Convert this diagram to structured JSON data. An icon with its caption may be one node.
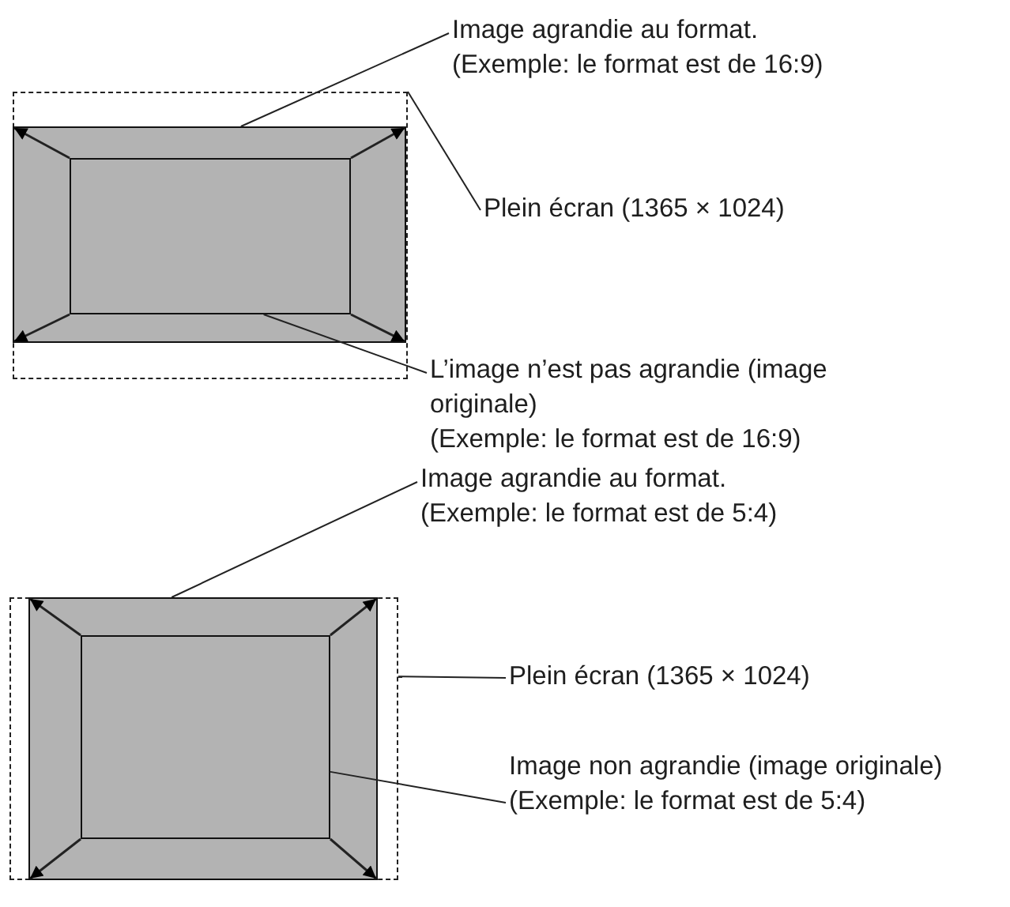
{
  "diagram": {
    "nodes": [
      {
        "text": [],
        "shape": "box"
      },
      {
        "text": [],
        "shape": "box",
        "in": 0
      },
      {
        "text": [],
        "shape": "box",
        "in": 1
      },
      {
        "text": [
          "Image agrandie au format.",
          "(Exemple: le format est de 16:9)"
        ]
      },
      {
        "text": [
          "Plein écran (1365 × 1024)"
        ]
      },
      {
        "text": [
          "L’image n’est pas agrandie (image originale)",
          "(Exemple: le format est de 16:9)"
        ]
      },
      {
        "text": [],
        "shape": "box"
      },
      {
        "text": [],
        "shape": "box",
        "in": 6
      },
      {
        "text": [],
        "shape": "box",
        "in": 7
      },
      {
        "text": [
          "Image agrandie au format.",
          "(Exemple: le format est de 5:4)"
        ]
      },
      {
        "text": [
          "Plein écran (1365 × 1024)"
        ]
      },
      {
        "text": [
          "Image non agrandie (image originale)",
          "(Exemple: le format est de 5:4)"
        ]
      }
    ],
    "edges": [
      {
        "from": 3,
        "to": 1,
        "arrow": "none"
      },
      {
        "from": 4,
        "to": 0,
        "arrow": "none"
      },
      {
        "from": 5,
        "to": 2,
        "arrow": "none"
      },
      {
        "from": 9,
        "to": 7,
        "arrow": "none"
      },
      {
        "from": 10,
        "to": 6,
        "arrow": "none"
      },
      {
        "from": 11,
        "to": 8,
        "arrow": "none"
      },
      {
        "from": 2,
        "to": 1,
        "arrow": "to"
      },
      {
        "from": 2,
        "to": 1,
        "arrow": "to"
      },
      {
        "from": 2,
        "to": 1,
        "arrow": "to"
      },
      {
        "from": 2,
        "to": 1,
        "arrow": "to"
      },
      {
        "from": 8,
        "to": 7,
        "arrow": "to"
      },
      {
        "from": 8,
        "to": 7,
        "arrow": "to"
      },
      {
        "from": 8,
        "to": 7,
        "arrow": "to"
      },
      {
        "from": 8,
        "to": 7,
        "arrow": "to"
      }
    ]
  }
}
